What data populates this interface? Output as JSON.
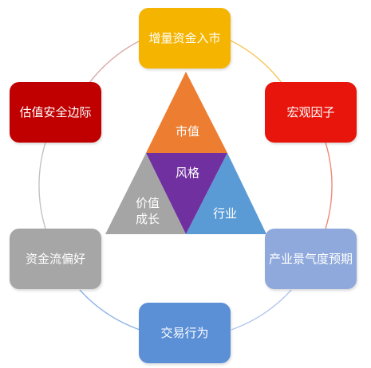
{
  "nodes": {
    "top": {
      "label": "增量资金入市",
      "color": "#f5b400"
    },
    "top_right": {
      "label": "宏观因子",
      "color": "#e8150c"
    },
    "top_left": {
      "label": "估值安全边际",
      "color": "#c00000"
    },
    "bottom_left": {
      "label": "资金流偏好",
      "color": "#a6a6a6"
    },
    "bottom_right": {
      "label": "产业景气度预期",
      "color": "#8fa9dc"
    },
    "bottom": {
      "label": "交易行为",
      "color": "#5b8fd6"
    }
  },
  "triangle": {
    "top": {
      "label": "市值",
      "color": "#ed7d31"
    },
    "center": {
      "label": "风格",
      "color": "#7030a0"
    },
    "right": {
      "label": "行业",
      "color": "#5b9bd5"
    },
    "left": {
      "line1": "价值",
      "line2": "成长",
      "color": "#a5a5a5"
    }
  },
  "ring": {
    "colors": [
      "#f6c65b",
      "#f08a7a",
      "#b3c7ef",
      "#8eb5e8",
      "#c3c3c3",
      "#d9a9a9"
    ]
  }
}
